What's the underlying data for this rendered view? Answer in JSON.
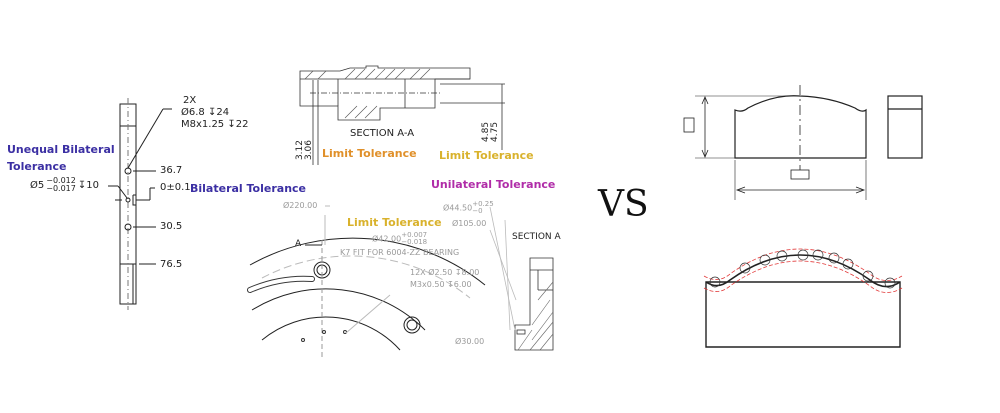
{
  "colors": {
    "bilateral": "#3b2fa3",
    "limit": "#e0902a",
    "limit_alt": "#d9b22c",
    "unilateral": "#b02ca8",
    "drawing_line": "#222222",
    "faded_line": "#9a9a9a",
    "tolerance_zone": "#e23b3b"
  },
  "left_panel": {
    "shaft": {
      "callout_qty": "2X",
      "callout_hole": "Ø6.8 ↧24",
      "callout_thread": "M8x1.25 ↧22",
      "dim_1": "36.7",
      "dim_2": "30.5",
      "dim_3": "76.5",
      "bilateral_value": "0±0.1",
      "hole_dia": "Ø5",
      "hole_upper": "−0.012",
      "hole_lower": "−0.017",
      "hole_depth": "↧10"
    },
    "labels": {
      "unequal_bilateral_line1": "Unequal Bilateral",
      "unequal_bilateral_line2": "Tolerance",
      "bilateral": "Bilateral Tolerance"
    }
  },
  "middle_panel": {
    "section_title": "SECTION A-A",
    "dim_left_upper": "3.12",
    "dim_left_lower": "3.06",
    "dim_right_upper": "4.85",
    "dim_right_lower": "4.75",
    "labels": {
      "limit_1": "Limit Tolerance",
      "limit_2": "Limit Tolerance",
      "limit_3": "Limit Tolerance",
      "unilateral": "Unilateral Tolerance"
    },
    "flange": {
      "outer_dia": "Ø220.00",
      "bore_dia": "Ø42.00",
      "bore_upper": "+0.007",
      "bore_lower": "−0.018",
      "bore_note": "K7 FIT FOR 6004-ZZ BEARING",
      "holes_line1": "12X Ø2.50 ↧8.00",
      "holes_line2": "M3x0.50 ↧6.00",
      "shoulder_dia": "Ø44.50",
      "shoulder_upper": "+0.25",
      "shoulder_lower": "−0",
      "pcd": "Ø105.00",
      "small_dia": "Ø30.00",
      "section_arrow": "A",
      "section_label": "SECTION A"
    }
  },
  "divider": {
    "text": "VS"
  }
}
